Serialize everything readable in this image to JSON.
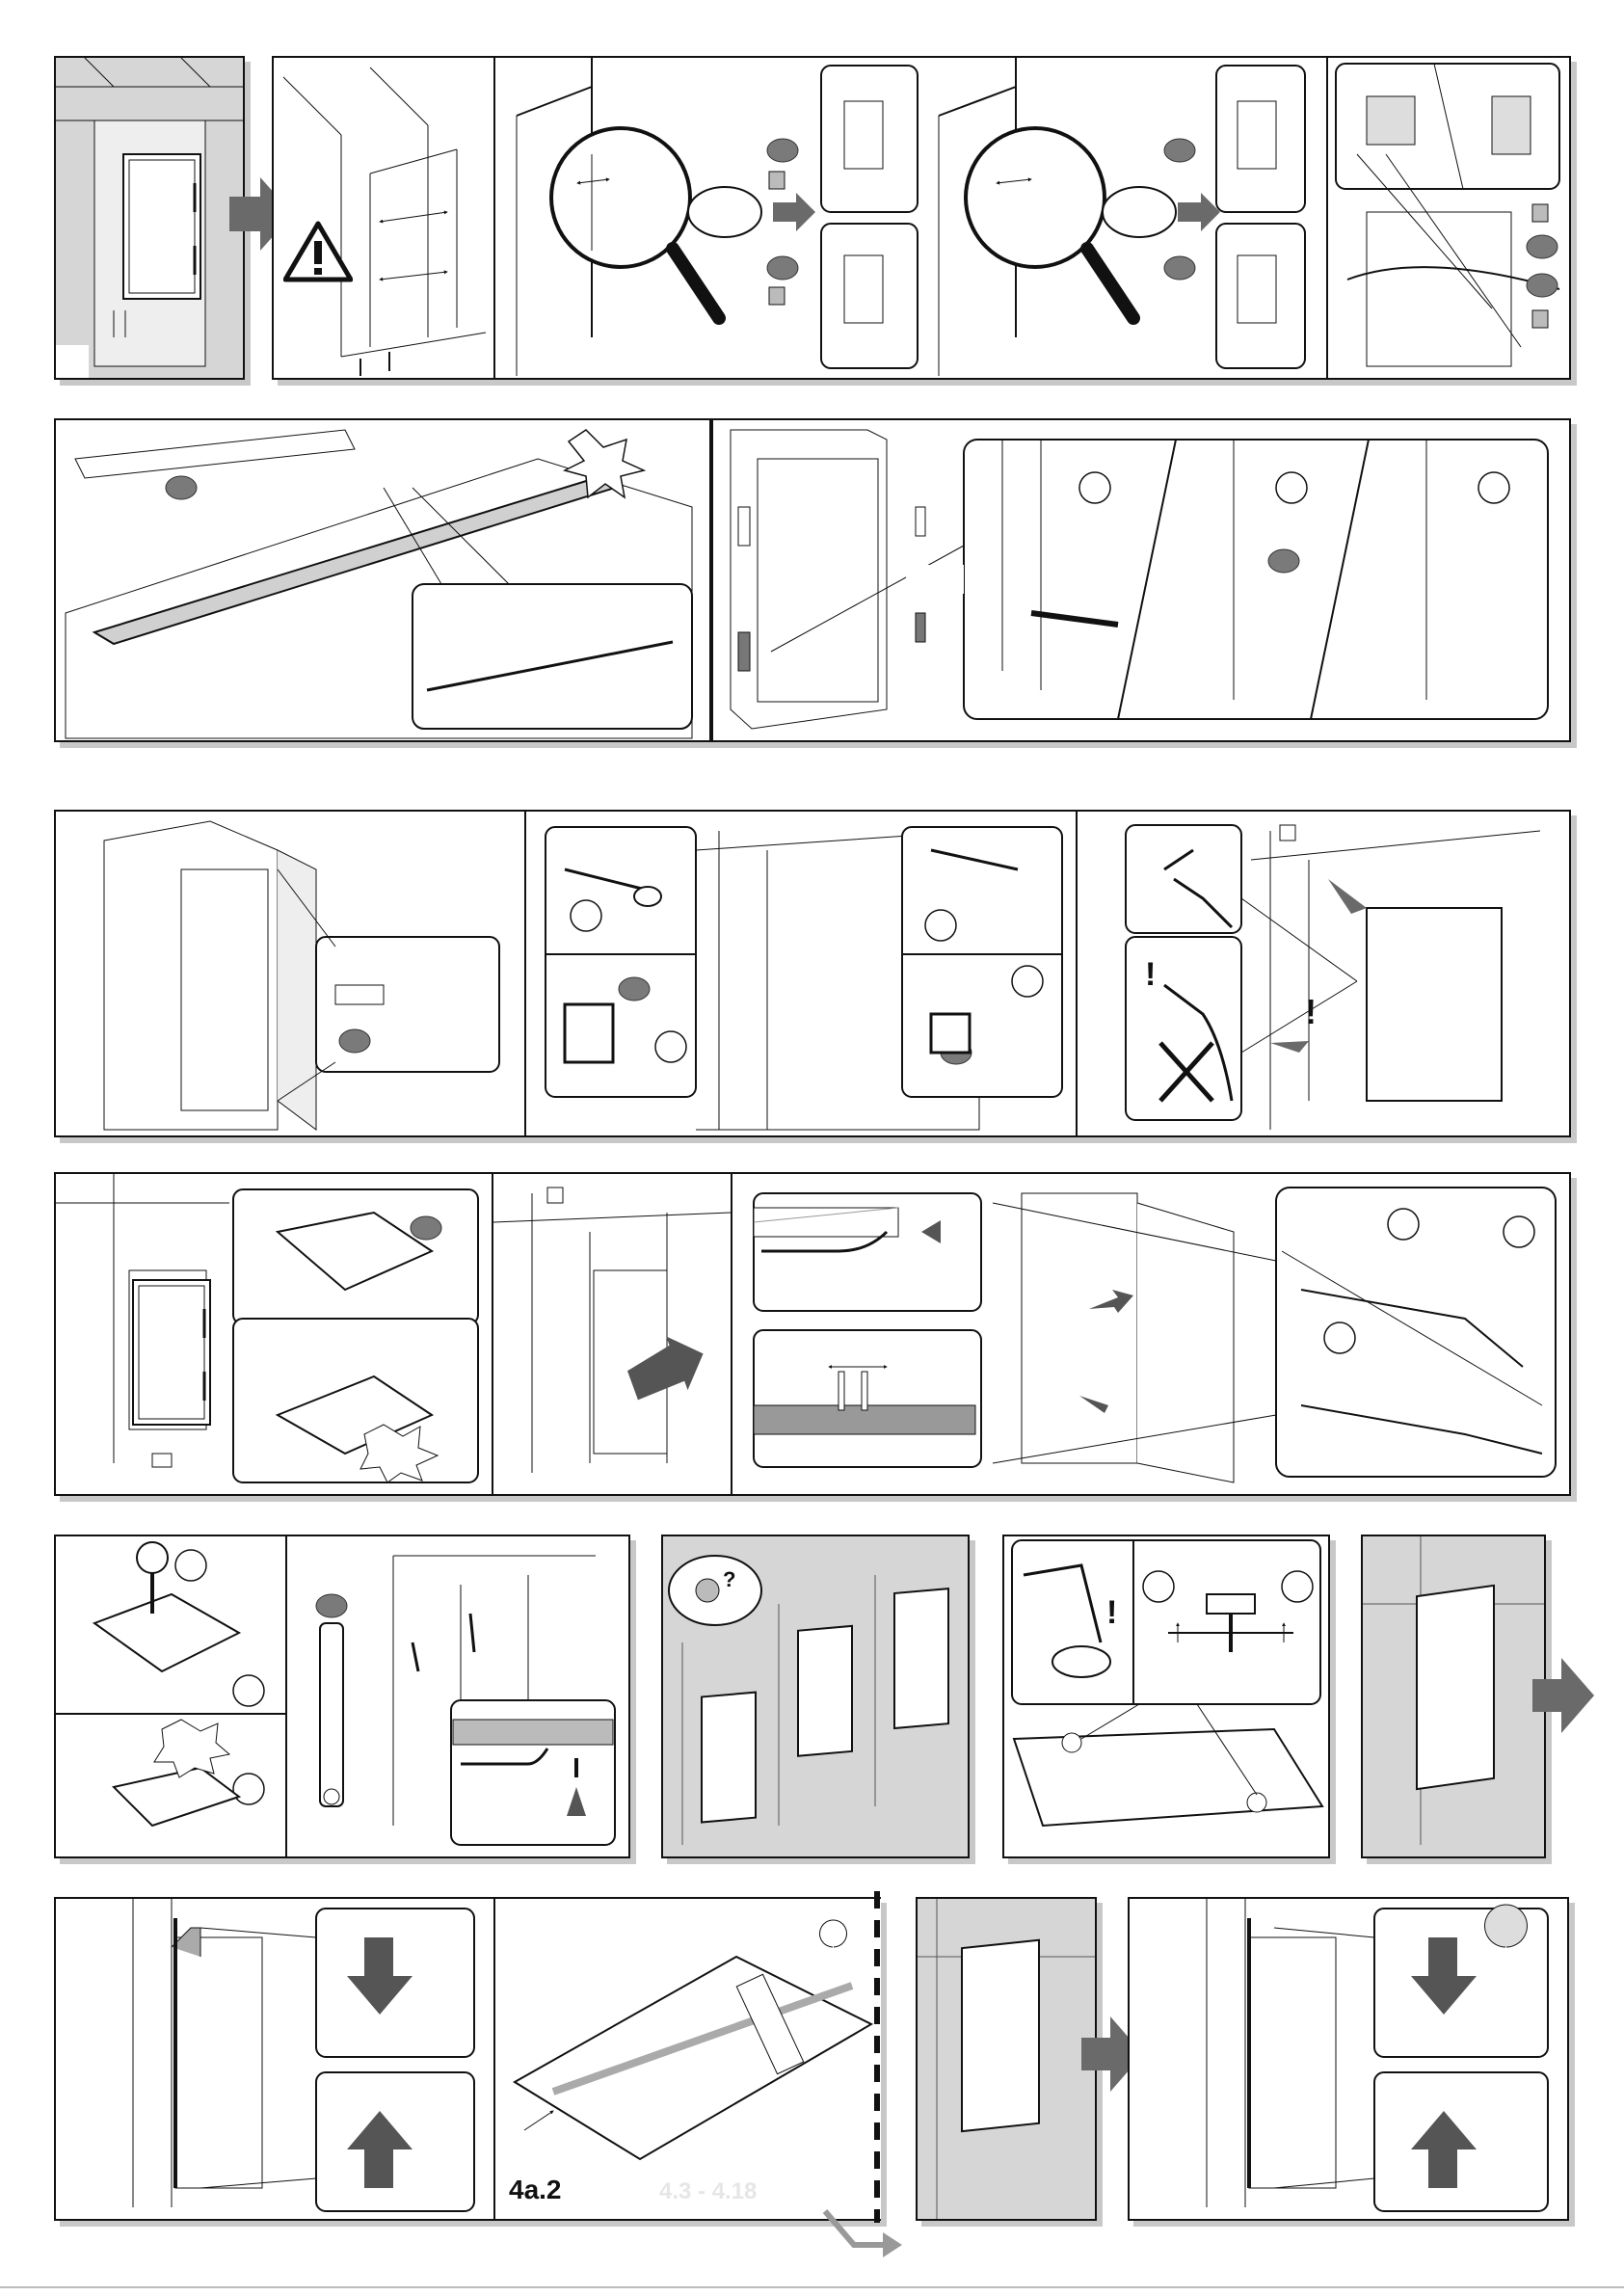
{
  "page": {
    "colors": {
      "line": "#111111",
      "gray_bg": "#d6d6d6",
      "badge": "#7a7a7a",
      "arrow": "#6a6a6a",
      "shadow": "#c8c8c8"
    }
  },
  "rows": [
    {
      "id": "row1",
      "panels": [
        "fridge-in-niche",
        "niche-check-warning",
        "hinge-left-magnifier",
        "hinge-right-magnifier",
        "hinge-parts-swap"
      ]
    },
    {
      "id": "row2",
      "panels": [
        "top-rail-mount",
        "door-handle-clips"
      ]
    },
    {
      "id": "row3",
      "panels": [
        "open-door-detail",
        "screw-corners",
        "plug-and-push-in"
      ]
    },
    {
      "id": "row4",
      "panels": [
        "base-bracket",
        "slide-in",
        "door-hinge-alignment"
      ]
    },
    {
      "id": "row5",
      "panels": [
        "fix-bracket",
        "mount-strip",
        "decor-doors",
        "adjust-screw",
        "decor-door-arrow"
      ]
    },
    {
      "id": "row6",
      "panels": [
        "align-top-left",
        "cut-panel",
        "decor-door-gray",
        "align-top-right"
      ]
    }
  ],
  "labels": {
    "step_4a2": "4a.2",
    "step_4a2_faded": "4.3 - 4.18"
  },
  "icons": [
    "warning-icon",
    "magnifier-icon",
    "person-question-icon",
    "plug-icon",
    "no-entry-icon",
    "exclamation-icon",
    "screwdriver-icon",
    "hammer-icon",
    "arrow-right-icon",
    "arrow-up-icon",
    "arrow-down-icon",
    "star-burst-icon"
  ]
}
